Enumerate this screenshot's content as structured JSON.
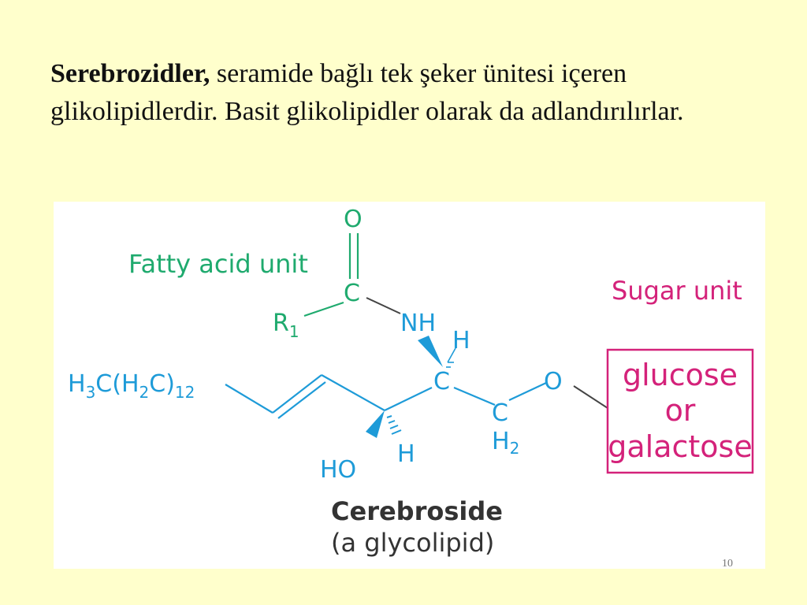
{
  "intro": {
    "bold": "Serebrozidler,",
    "text": " seramide bağlı tek şeker ünitesi içeren glikolipidlerdir. Basit glikolipidler olarak da adlandırılırlar."
  },
  "diagram": {
    "fatty_acid_label": "Fatty acid unit",
    "sugar_label": "Sugar unit",
    "atom_o_top": "O",
    "atom_c_carbonyl": "C",
    "r1_base": "R",
    "r1_sub": "1",
    "nh": "NH",
    "h_top": "H",
    "h3c_h": "H",
    "h3c_3": "3",
    "h3c_mid": "C(H",
    "h3c_2": "2",
    "h3c_end": "C)",
    "h3c_12": "12",
    "c_mid": "C",
    "o_link": "O",
    "c_h2_c": "C",
    "c_h2_h": "H",
    "c_h2_2": "2",
    "h_bottom": "H",
    "ho": "HO",
    "sugar_line1": "glucose",
    "sugar_line2": "or",
    "sugar_line3": "galactose",
    "title": "Cerebroside",
    "subtitle": "(a glycolipid)",
    "colors": {
      "fatty_acid": "#1faa6e",
      "sphingosine": "#1e9bd8",
      "sugar": "#d4227a",
      "text_dark": "#333333",
      "bond_dark": "#444444"
    }
  },
  "slide_number": "10"
}
